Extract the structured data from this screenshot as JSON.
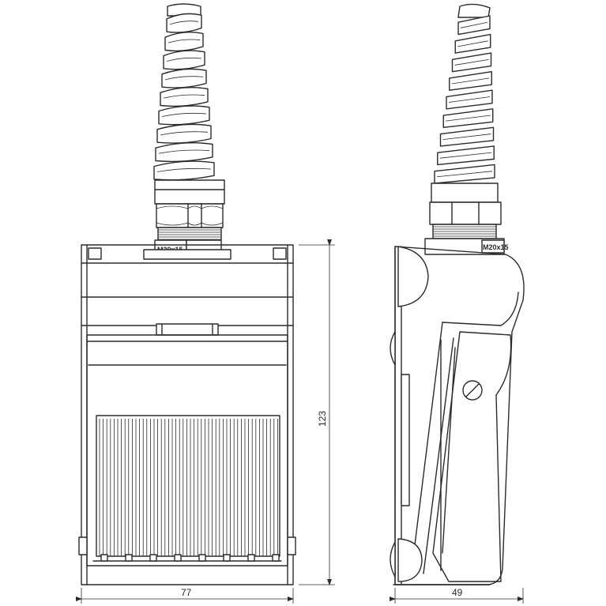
{
  "thread_label": "M20x15",
  "thread_label_side": "M20x15",
  "dim_width": "77",
  "dim_height": "123",
  "dim_depth": "49",
  "colors": {
    "line": "#2b2b2b",
    "background": "#ffffff"
  }
}
